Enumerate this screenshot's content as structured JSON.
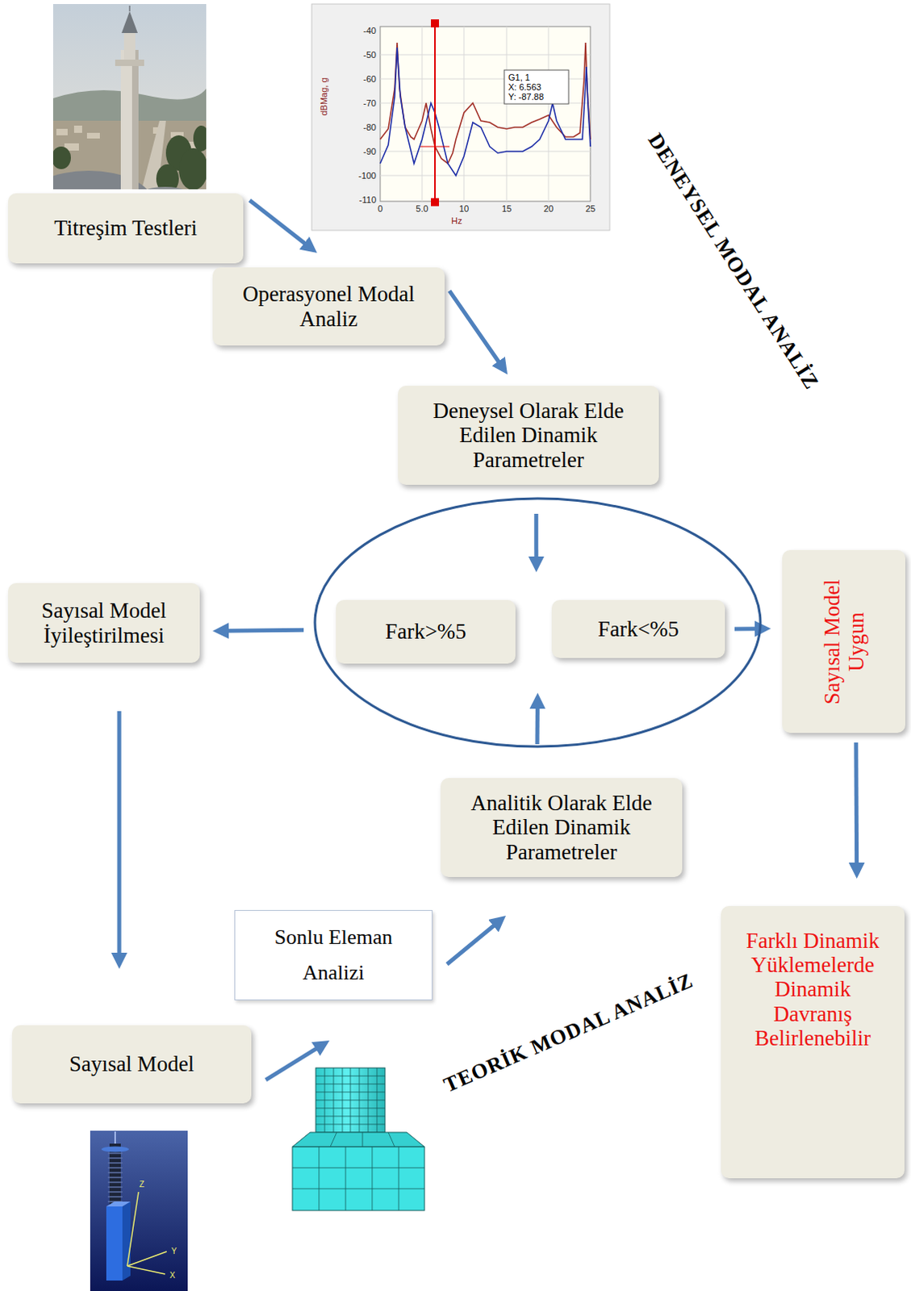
{
  "diagram": {
    "nodes": [
      {
        "text": [
          "Titreşim Testleri"
        ]
      },
      {
        "text": [
          "Operasyonel Modal Analiz"
        ]
      },
      {
        "text": [
          "Deneysel Olarak Elde Edilen Dinamik Parametreler"
        ]
      },
      {
        "text": []
      },
      {
        "text": [
          "Sayısal Model İyileştirilmesi"
        ]
      },
      {
        "text": [
          "Fark>%5"
        ],
        "in": 3
      },
      {
        "text": [
          "Fark<%5"
        ],
        "in": 3
      },
      {
        "text": [
          "Sayısal Model Uygun"
        ]
      },
      {
        "text": [
          "Analitik Olarak Elde Edilen Dinamik Parametreler"
        ]
      },
      {
        "text": [
          "Sonlu Eleman Analizi"
        ]
      },
      {
        "text": [
          "Farklı Dinamik Yüklemelerde Dinamik Davranış Belirlenebilir"
        ]
      },
      {
        "text": [
          "Sayısal Model"
        ]
      }
    ],
    "edges": [
      {
        "from": 0,
        "to": 1,
        "arrow": "to"
      },
      {
        "from": 1,
        "to": 2,
        "arrow": "to"
      },
      {
        "from": 2,
        "to": 3,
        "arrow": "to"
      },
      {
        "from": 8,
        "to": 3,
        "arrow": "to"
      },
      {
        "from": 5,
        "to": 4,
        "arrow": "to"
      },
      {
        "from": 6,
        "to": 7,
        "arrow": "to"
      },
      {
        "from": 7,
        "to": 10,
        "arrow": "to"
      },
      {
        "from": 4,
        "to": 11,
        "arrow": "to"
      },
      {
        "from": 11,
        "to": 9,
        "arrow": "to"
      },
      {
        "from": 9,
        "to": 8,
        "arrow": "to"
      }
    ],
    "labels": [
      "DENEYSEL MODAL ANALİZ",
      "TEORİK MODAL ANALİZ",
      "-40",
      "-50",
      "-60",
      "-70",
      "-80",
      "-90",
      "-100",
      "-110",
      "dBMag, g",
      "0",
      "5.0",
      "10",
      "15",
      "20",
      "25",
      "Hz",
      "G1, 1",
      "X: 6.563",
      "Y: -87.88",
      "Z",
      "Y",
      "X"
    ]
  }
}
